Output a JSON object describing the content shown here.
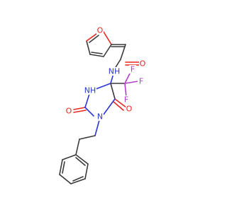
{
  "molecule": {
    "atom_colors": {
      "C": "#3a3a3a",
      "O": "#e8261e",
      "N": "#2b35d8",
      "F": "#b040c8"
    },
    "labels": {
      "furan_o": "O",
      "amide_o": "O",
      "amide_nh": "NH",
      "f1": "F",
      "f2": "F",
      "f3": "F",
      "ring_nh": "NH",
      "ring_n": "N",
      "carbonyl_o_left": "O",
      "carbonyl_o_right": "O"
    }
  }
}
